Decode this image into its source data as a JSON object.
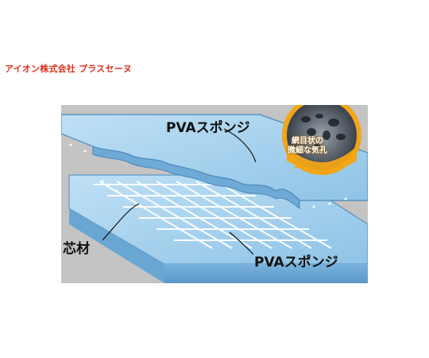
{
  "brand": "アイオン株式会社 プラスセーヌ",
  "labels": {
    "top_sponge": "PVAスポンジ",
    "core": "芯材",
    "bottom_sponge": "PVAスポンジ"
  },
  "callout": {
    "line1": "網目状の",
    "line2": "微細な気孔"
  },
  "colors": {
    "brand_red": "#e0301e",
    "background_gray": "#c4c4c4",
    "sponge_blue": "#a9d3ee",
    "badge_orange": "#f2a516"
  }
}
